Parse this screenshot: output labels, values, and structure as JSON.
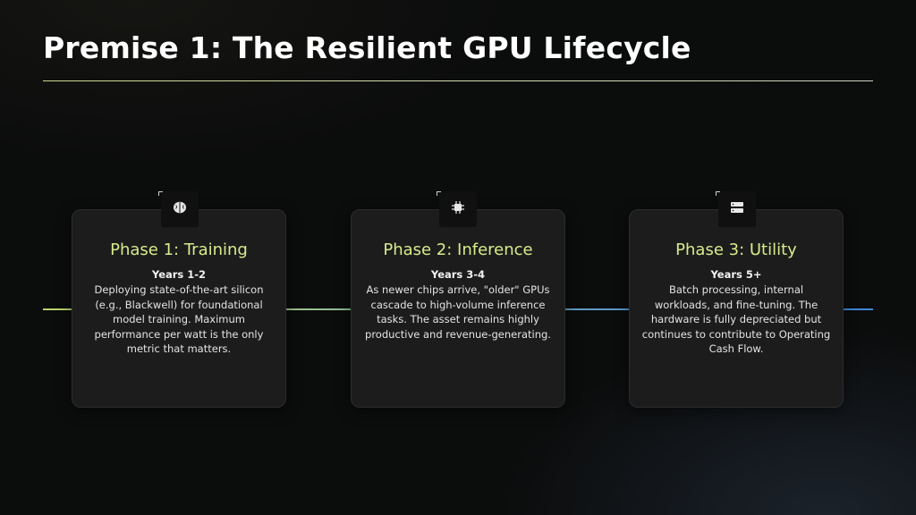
{
  "slide": {
    "title": "Premise 1: The Resilient GPU Lifecycle"
  },
  "phases": [
    {
      "icon": "brain-icon",
      "title": "Phase 1: Training",
      "years": "Years 1-2",
      "body": "Deploying state-of-the-art silicon (e.g., Blackwell) for foundational model training. Maximum performance per watt is the only metric that matters."
    },
    {
      "icon": "processor-chip-icon",
      "title": "Phase 2: Inference",
      "years": "Years 3-4",
      "body": "As newer chips arrive, \"older\" GPUs cascade to high-volume inference tasks. The asset remains highly productive and revenue-generating."
    },
    {
      "icon": "server-icon",
      "title": "Phase 3: Utility",
      "years": "Years 5+",
      "body": "Batch processing, internal workloads, and fine-tuning. The hardware is fully depreciated but continues to contribute to Operating Cash Flow."
    }
  ],
  "colors": {
    "accent": "#d6ec8c",
    "timeline_start": "#b9d36a",
    "timeline_end": "#3f86d6",
    "card_bg": "#1c1c1c",
    "background": "#0b0c0c"
  }
}
